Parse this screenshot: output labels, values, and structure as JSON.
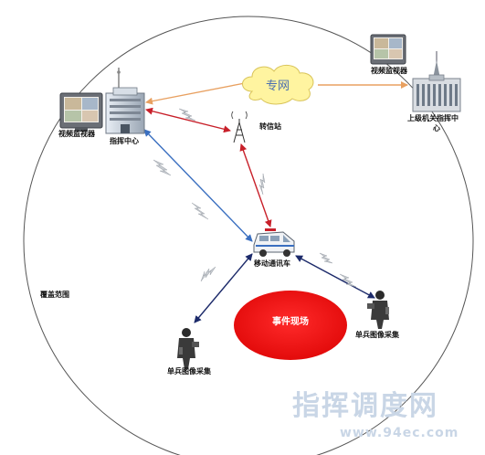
{
  "labels": {
    "monitor_left": "视频监视器",
    "command_center": "指挥中心",
    "private_network": "专网",
    "monitor_right": "视频监视器",
    "superior_center_line1": "上级机关指挥中",
    "superior_center_line2": "心",
    "relay_station": "转信站",
    "mobile_vehicle": "移动通讯车",
    "coverage": "覆盖范围",
    "incident_scene": "事件现场",
    "soldier_left": "单兵图像采集",
    "soldier_right": "单兵图像采集"
  },
  "watermark": {
    "main": "指挥调度网",
    "url": "www.94ec.com"
  },
  "colors": {
    "orange_link": "#e8a060",
    "red_link": "#c8202a",
    "blue_link": "#3a6fc0",
    "navy_link": "#1c2a6a",
    "incident_fill": "#ee1111",
    "cloud_fill": "#fff4a0",
    "watermark": "#c9d6e6"
  },
  "icons": [
    "video-monitor-icon",
    "command-building-icon",
    "cloud-icon",
    "relay-tower-icon",
    "superior-building-icon",
    "mobile-van-icon",
    "soldier-camera-icon",
    "wireless-zigzag-icon"
  ]
}
